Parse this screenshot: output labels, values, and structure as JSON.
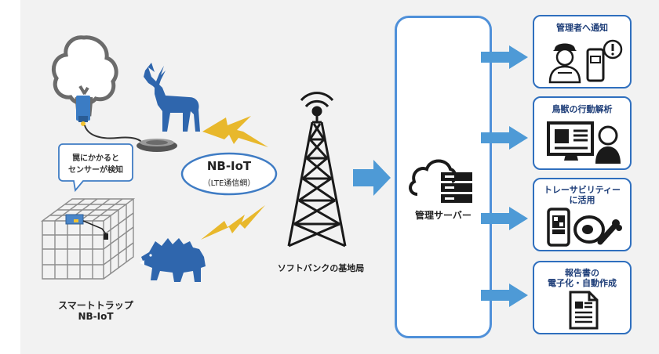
{
  "colors": {
    "accent_blue": "#2f6fbe",
    "light_blue": "#4f90d9",
    "arrow_blue": "#4e9ad6",
    "bolt_yellow": "#e8b82c",
    "text_dark": "#1d3d78"
  },
  "left": {
    "speech_bubble": [
      "罠にかかると",
      "センサーが検知"
    ],
    "trap_label": [
      "スマートトラップ",
      "NB-IoT"
    ]
  },
  "network": {
    "title": "NB-IoT",
    "subtitle": "（LTE通信網）"
  },
  "tower_label": "ソフトバンクの基地局",
  "server_label": "管理サーバー",
  "cards": [
    {
      "title_lines": [
        "管理者へ通知"
      ],
      "icon": "person-with-phone-icon"
    },
    {
      "title_lines": [
        "鳥獣の行動解析"
      ],
      "icon": "monitor-analyst-icon"
    },
    {
      "title_lines": [
        "トレーサビリティー",
        "に活用"
      ],
      "icon": "qr-phone-meat-icon"
    },
    {
      "title_lines": [
        "報告書の",
        "電子化・自動作成"
      ],
      "icon": "document-icon"
    }
  ],
  "icons": [
    "tree-icon",
    "sensor-icon",
    "deer-icon",
    "bolt-icon",
    "tower-icon",
    "cloud-icon",
    "server-icon",
    "boar-icon",
    "cage-icon",
    "arrow-icon"
  ]
}
